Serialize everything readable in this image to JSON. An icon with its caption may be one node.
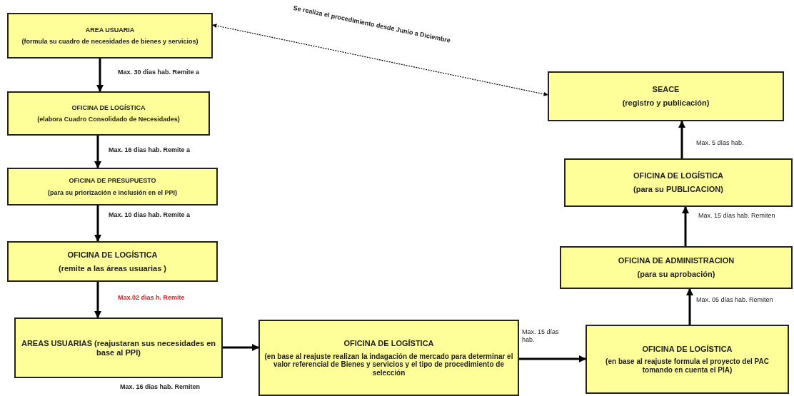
{
  "diagram": {
    "nodes": [
      {
        "text": [
          "AREA USUARIA",
          "(formula su cuadro de necesidades de bienes y servicios)"
        ]
      },
      {
        "text": [
          "OFICINA DE LOGÍSTICA",
          "(elabora Cuadro Consolidado de Necesidades)"
        ]
      },
      {
        "text": [
          "OFICINA DE PRESUPUESTO",
          "(para su priorización e inclusión en el PPI)"
        ]
      },
      {
        "text": [
          "OFICINA DE LOGÍSTICA",
          "(remite a las áreas usuarias )"
        ]
      },
      {
        "text": [
          "AREAS USUARIAS (reajustaran sus necesidades en base al PPI)"
        ],
        "beside": [
          "Max. 16 dias hab. Remiten"
        ]
      },
      {
        "text": [
          "OFICINA DE LOGÍSTICA",
          "(en base al reajuste realizan la indagación de mercado para determinar el valor referencial de Bienes y servicios y el tipo de procedimiento de selección"
        ]
      },
      {
        "text": [
          "OFICINA DE LOGÍSTICA",
          "(en base al reajuste formula el proyecto del PAC tomando en cuenta el PIA)"
        ]
      },
      {
        "text": [
          "OFICINA DE ADMINISTRACION",
          "(para su aprobación)"
        ]
      },
      {
        "text": [
          "OFICINA DE LOGÍSTICA",
          "(para su PUBLICACION)"
        ]
      },
      {
        "text": [
          "SEACE",
          "(registro y publicación)"
        ]
      }
    ],
    "edges": [
      {
        "from": 0,
        "to": 1,
        "arrow": "to",
        "label": "Max. 30 dias hab. Remite a"
      },
      {
        "from": 1,
        "to": 2,
        "arrow": "to",
        "label": "Max. 16 dias hab. Remite a"
      },
      {
        "from": 2,
        "to": 3,
        "arrow": "to",
        "label": "Max. 10 dias hab. Remite a"
      },
      {
        "from": 3,
        "to": 4,
        "arrow": "to",
        "label": "Max.02 dias h. Remite"
      },
      {
        "from": 4,
        "to": 5,
        "arrow": "to"
      },
      {
        "from": 5,
        "to": 6,
        "arrow": "to",
        "label": "Max. 15 días hab."
      },
      {
        "from": 6,
        "to": 7,
        "arrow": "to",
        "label": "Max. 05 días hab. Remiten"
      },
      {
        "from": 7,
        "to": 8,
        "arrow": "to",
        "label": "Max. 15 días hab. Remiten"
      },
      {
        "from": 8,
        "to": 9,
        "arrow": "to",
        "label": "Max. 5 días hab."
      },
      {
        "from": 0,
        "to": 9,
        "arrow": "both",
        "label": "Se realiza el procedimiento desde Junio a Diciembre",
        "style": "dashed"
      }
    ]
  }
}
